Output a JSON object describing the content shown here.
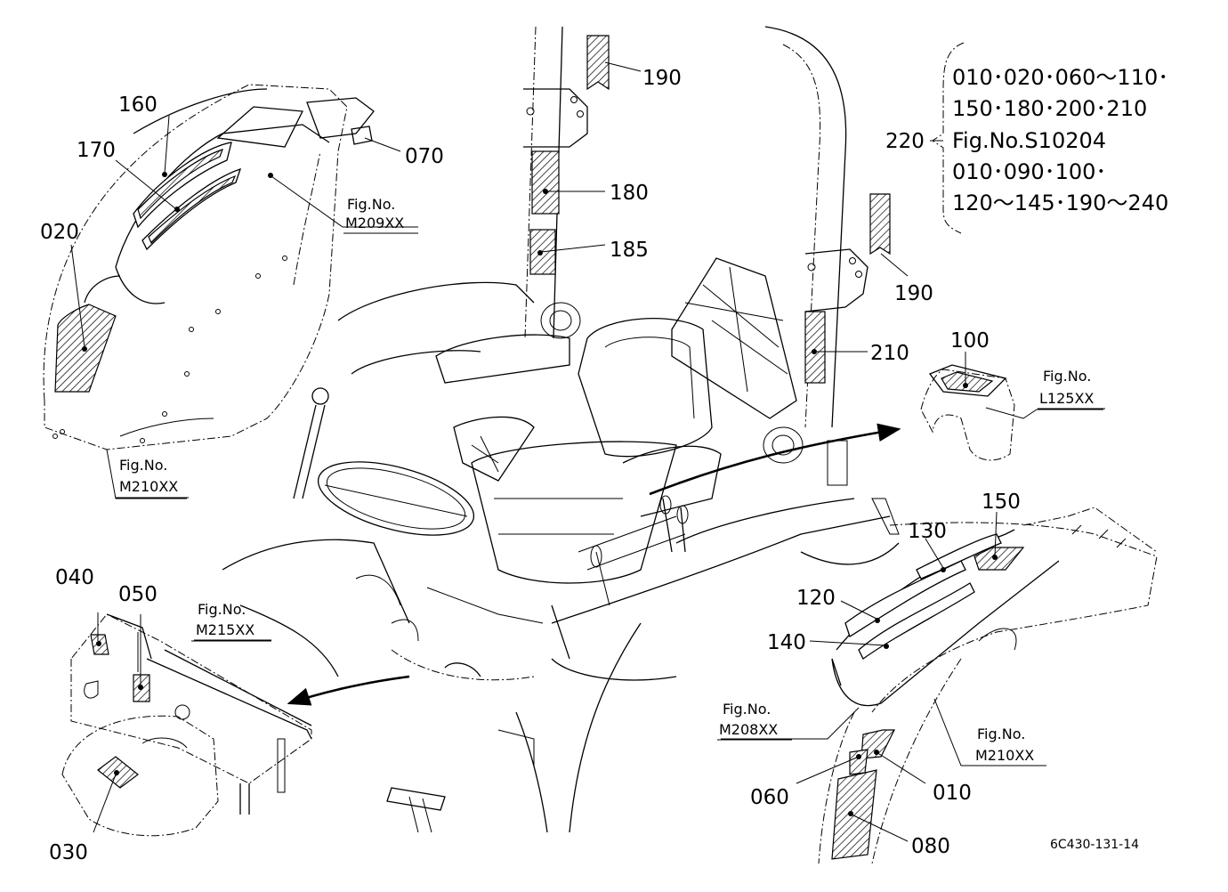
{
  "labels": {
    "l190a": "190",
    "l160": "160",
    "l170": "170",
    "l070": "070",
    "l020": "020",
    "l180": "180",
    "l185": "185",
    "l220": "220",
    "l190b": "190",
    "l210": "210",
    "l100": "100",
    "l150": "150",
    "l130": "130",
    "l120": "120",
    "l140": "140",
    "l040": "040",
    "l050": "050",
    "l060": "060",
    "l010": "010",
    "l080": "080",
    "l030": "030"
  },
  "fig_refs": {
    "m209_label": "Fig.No.",
    "m209_code": "M209XX",
    "m210a_label": "Fig.No.",
    "m210a_code": "M210XX",
    "l125_label": "Fig.No.",
    "l125_code": "L125XX",
    "m215_label": "Fig.No.",
    "m215_code": "M215XX",
    "m208_label": "Fig.No.",
    "m208_code": "M208XX",
    "m210b_label": "Fig.No.",
    "m210b_code": "M210XX"
  },
  "ref_220": {
    "line1": "010･020･060～110･",
    "line2": "150･180･200･210",
    "line3": "Fig.No.S10204",
    "line4": "010･090･100･",
    "line5": "120～145･190～240"
  },
  "footer": {
    "drawing_number": "6C430-131-14"
  }
}
